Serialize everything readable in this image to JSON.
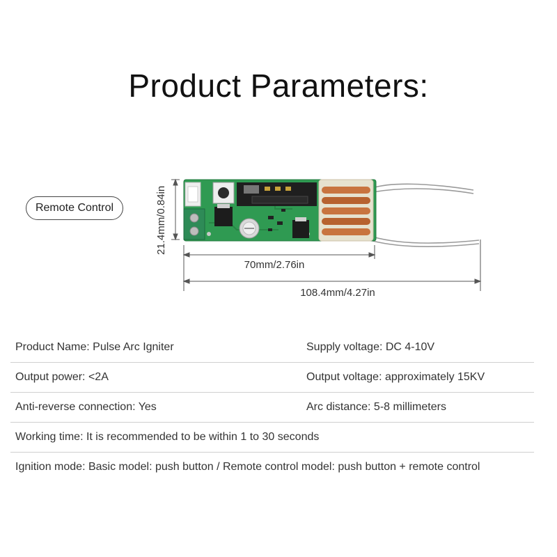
{
  "title": "Product Parameters:",
  "variant_label": "Remote Control",
  "dimensions": {
    "height": "21.4mm/0.84in",
    "board_length": "70mm/2.76in",
    "total_length": "108.4mm/4.27in"
  },
  "colors": {
    "pcb_green": "#2f9a52",
    "copper": "#c8743f",
    "dimension_line": "#555555"
  },
  "specs": {
    "rows": [
      {
        "left": "Product Name: Pulse Arc Igniter",
        "right": "Supply voltage: DC 4-10V"
      },
      {
        "left": "Output power: <2A",
        "right": "Output voltage: approximately 15KV"
      },
      {
        "left": "Anti-reverse connection: Yes",
        "right": "Arc distance: 5-8 millimeters"
      },
      {
        "left": "Working time: It is recommended to be within 1 to 30 seconds",
        "right": ""
      },
      {
        "left": "Ignition mode: Basic model: push button / Remote control model: push button + remote control",
        "right": ""
      }
    ]
  }
}
